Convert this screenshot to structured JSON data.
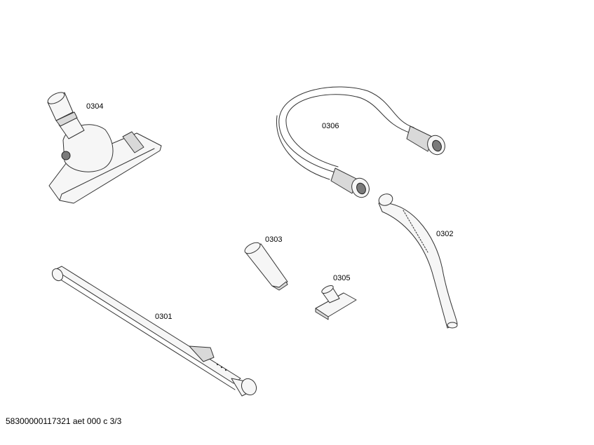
{
  "parts": [
    {
      "id": "0304",
      "name": "floor-nozzle"
    },
    {
      "id": "0306",
      "name": "suction-hose"
    },
    {
      "id": "0302",
      "name": "hose-handle"
    },
    {
      "id": "0303",
      "name": "crevice-nozzle"
    },
    {
      "id": "0305",
      "name": "upholstery-nozzle"
    },
    {
      "id": "0301",
      "name": "telescopic-tube"
    }
  ],
  "footer": {
    "text": "58300000117321 aet 000 c 3/3"
  }
}
